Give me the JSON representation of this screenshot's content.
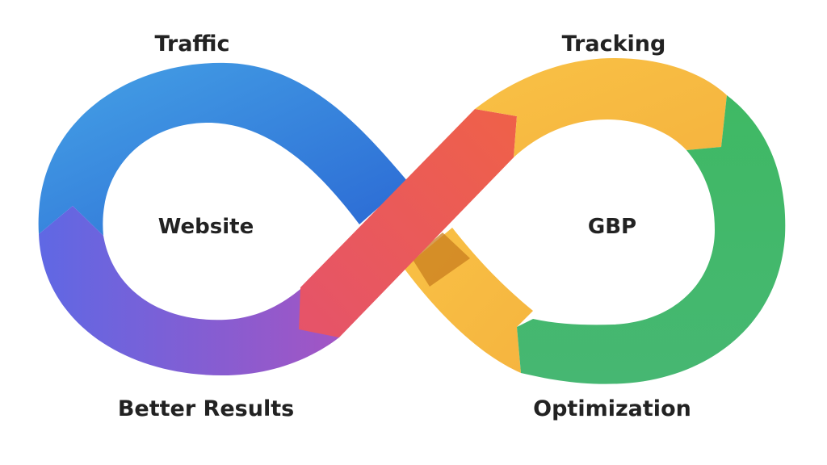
{
  "labels": {
    "top_left": "Traffic",
    "top_right": "Tracking",
    "bottom_left": "Better Results",
    "bottom_right": "Optimization",
    "left_center": "Website",
    "right_center": "GBP"
  },
  "colors": {
    "background": "#ffffff",
    "blue": "#3d8ee3",
    "blue_dark": "#2f6fd6",
    "purple": "#6a5fe0",
    "purple_light": "#9a58c8",
    "red": "#ec5b57",
    "yellow": "#f8bd45",
    "green": "#43b86a",
    "text": "#222222"
  }
}
